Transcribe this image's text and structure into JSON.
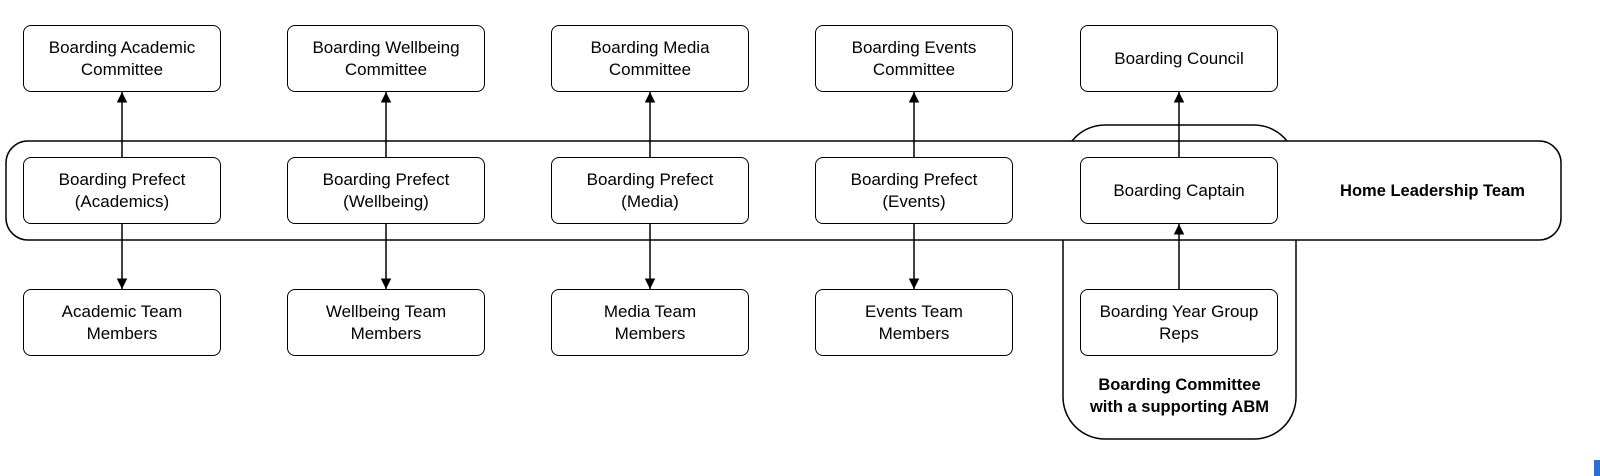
{
  "groups": {
    "home_leadership_team": {
      "label": "Home Leadership Team"
    },
    "boarding_committee": {
      "label": "Boarding Committee\nwith a supporting ABM"
    }
  },
  "nodes": {
    "academic_committee": "Boarding Academic\nCommittee",
    "wellbeing_committee": "Boarding Wellbeing\nCommittee",
    "media_committee": "Boarding Media\nCommittee",
    "events_committee": "Boarding Events\nCommittee",
    "boarding_council": "Boarding Council",
    "prefect_academics": "Boarding Prefect\n(Academics)",
    "prefect_wellbeing": "Boarding Prefect\n(Wellbeing)",
    "prefect_media": "Boarding Prefect\n(Media)",
    "prefect_events": "Boarding Prefect\n(Events)",
    "boarding_captain": "Boarding Captain",
    "academic_team": "Academic Team\nMembers",
    "wellbeing_team": "Wellbeing Team\nMembers",
    "media_team": "Media Team\nMembers",
    "events_team": "Events Team\nMembers",
    "year_group_reps": "Boarding Year Group\nReps"
  },
  "edges": [
    {
      "from": "prefect_academics",
      "to": "academic_committee"
    },
    {
      "from": "prefect_wellbeing",
      "to": "wellbeing_committee"
    },
    {
      "from": "prefect_media",
      "to": "media_committee"
    },
    {
      "from": "prefect_events",
      "to": "events_committee"
    },
    {
      "from": "boarding_captain",
      "to": "boarding_council"
    },
    {
      "from": "prefect_academics",
      "to": "academic_team"
    },
    {
      "from": "prefect_wellbeing",
      "to": "wellbeing_team"
    },
    {
      "from": "prefect_media",
      "to": "media_team"
    },
    {
      "from": "prefect_events",
      "to": "events_team"
    },
    {
      "from": "year_group_reps",
      "to": "boarding_captain"
    }
  ],
  "colors": {
    "stroke": "#000000",
    "background": "#ffffff"
  }
}
